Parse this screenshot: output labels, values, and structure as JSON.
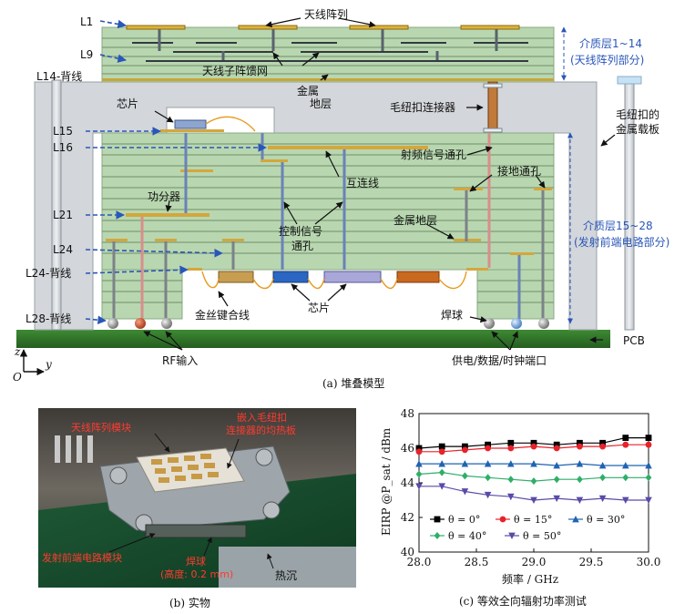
{
  "diagram": {
    "caption_a": "(a) 堆叠模型",
    "layers": {
      "l1": "L1",
      "l9": "L9",
      "l14": "L14-背线",
      "l15": "L15",
      "l16": "L16",
      "l21": "L21",
      "l24": "L24",
      "l24b": "L24-背线",
      "l28b": "L28-背线"
    },
    "labels": {
      "antenna_array": "天线阵列",
      "subarray_feed": "天线子阵馈网",
      "metal_layer_line1": "金属",
      "metal_layer_line2": "地层",
      "chip_top": "芯片",
      "button_connector": "毛纽扣连接器",
      "carrier_line1": "毛纽扣的",
      "carrier_line2": "金属载板",
      "rf_via": "射频信号通孔",
      "interconnect": "互连线",
      "ground_via": "接地通孔",
      "splitter": "功分器",
      "metal_ground": "金属地层",
      "control_via_line1": "控制信号",
      "control_via_line2": "通孔",
      "chip_bottom": "芯片",
      "wire_bond": "金丝键合线",
      "solder_ball": "焊球",
      "rf_input": "RF输入",
      "power_port": "供电/数据/时钟端口",
      "pcb": "PCB",
      "dielectric_top_line1": "介质层1~14",
      "dielectric_top_line2": "(天线阵列部分)",
      "dielectric_bottom_line1": "介质层15~28",
      "dielectric_bottom_line2": "(发射前端电路部分)",
      "axis_z": "z",
      "axis_y": "y",
      "axis_o": "O"
    }
  },
  "photo": {
    "caption": "(b) 实物",
    "labels": {
      "antenna_array": "天线阵列模块",
      "heat_plate_line1": "嵌入毛纽扣",
      "heat_plate_line2": "连接器的均热板",
      "tx_module": "发射前端电路模块",
      "solder_line1": "焊球",
      "solder_line2": "(高度: 0.2 mm)",
      "heat_sink": "热沉"
    }
  },
  "chart_caption": "(c) 等效全向辐射功率测试",
  "chart_data": {
    "type": "line",
    "xlabel": "频率 / GHz",
    "ylabel": "EIRP @P_sat / dBm",
    "xlim": [
      28.0,
      30.0
    ],
    "ylim": [
      40,
      48
    ],
    "xticks": [
      "28.0",
      "28.5",
      "29.0",
      "29.5",
      "30.0"
    ],
    "yticks": [
      "40",
      "42",
      "44",
      "46",
      "48"
    ],
    "x": [
      28.0,
      28.2,
      28.4,
      28.6,
      28.8,
      29.0,
      29.2,
      29.4,
      29.6,
      29.8,
      30.0
    ],
    "legend_position": "bottom",
    "series": [
      {
        "name": "θ = 0°",
        "color": "#000000",
        "marker": "square",
        "values": [
          46.0,
          46.1,
          46.1,
          46.2,
          46.3,
          46.3,
          46.2,
          46.3,
          46.3,
          46.6,
          46.6
        ]
      },
      {
        "name": "θ = 15°",
        "color": "#e8222a",
        "marker": "circle",
        "values": [
          45.8,
          45.8,
          45.9,
          46.0,
          46.0,
          46.1,
          46.0,
          46.1,
          46.1,
          46.2,
          46.2
        ]
      },
      {
        "name": "θ = 30°",
        "color": "#1f63b4",
        "marker": "triangle",
        "values": [
          45.1,
          45.1,
          45.1,
          45.1,
          45.1,
          45.1,
          45.0,
          45.1,
          45.0,
          45.0,
          45.0
        ]
      },
      {
        "name": "θ = 40°",
        "color": "#2fae6a",
        "marker": "diamond",
        "values": [
          44.5,
          44.6,
          44.4,
          44.3,
          44.2,
          44.1,
          44.2,
          44.2,
          44.3,
          44.3,
          44.3
        ]
      },
      {
        "name": "θ = 50°",
        "color": "#5a4aa8",
        "marker": "tri-down",
        "values": [
          43.8,
          43.8,
          43.5,
          43.3,
          43.2,
          43.0,
          43.1,
          43.0,
          43.1,
          43.0,
          43.0
        ]
      }
    ]
  }
}
